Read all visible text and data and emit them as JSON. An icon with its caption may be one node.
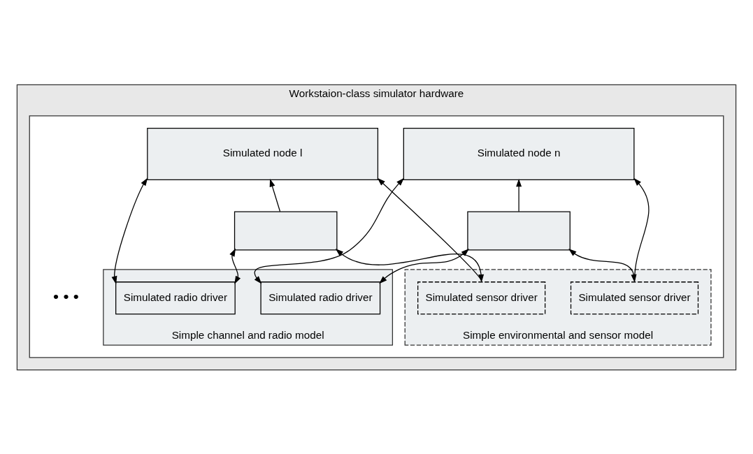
{
  "diagram": {
    "nodes": [
      {
        "text": [
          "Workstaion-class simulator hardware"
        ]
      },
      {
        "text": [],
        "shape": "box",
        "in": 0
      },
      {
        "text": [
          "Simulated node l"
        ],
        "in": 1
      },
      {
        "text": [],
        "shape": "box",
        "in": 1
      },
      {
        "text": [
          "Simulated node n"
        ],
        "in": 1
      },
      {
        "text": [],
        "shape": "box",
        "in": 1
      },
      {
        "text": [
          "Simple channel and radio model"
        ],
        "in": 1
      },
      {
        "text": [
          "Simulated radio driver"
        ],
        "in": 6
      },
      {
        "text": [
          "Simulated radio driver"
        ],
        "in": 6
      },
      {
        "text": [
          "Simple environmental and sensor model"
        ],
        "in": 1
      },
      {
        "text": [
          "Simulated sensor driver"
        ],
        "in": 9
      },
      {
        "text": [
          "Simulated sensor driver"
        ],
        "in": 9
      }
    ],
    "edges": [
      {
        "from": 7,
        "to": 2,
        "arrow": "both"
      },
      {
        "from": 3,
        "to": 2,
        "arrow": "to"
      },
      {
        "from": 10,
        "to": 2,
        "arrow": "to"
      },
      {
        "from": 7,
        "to": 3,
        "arrow": "both"
      },
      {
        "from": 10,
        "to": 3,
        "arrow": "both"
      },
      {
        "from": 8,
        "to": 4,
        "arrow": "both"
      },
      {
        "from": 5,
        "to": 4,
        "arrow": "to"
      },
      {
        "from": 11,
        "to": 4,
        "arrow": "to"
      },
      {
        "from": 8,
        "to": 5,
        "arrow": "both"
      },
      {
        "from": 11,
        "to": 5,
        "arrow": "both"
      }
    ],
    "labels": [
      "• • •"
    ]
  }
}
